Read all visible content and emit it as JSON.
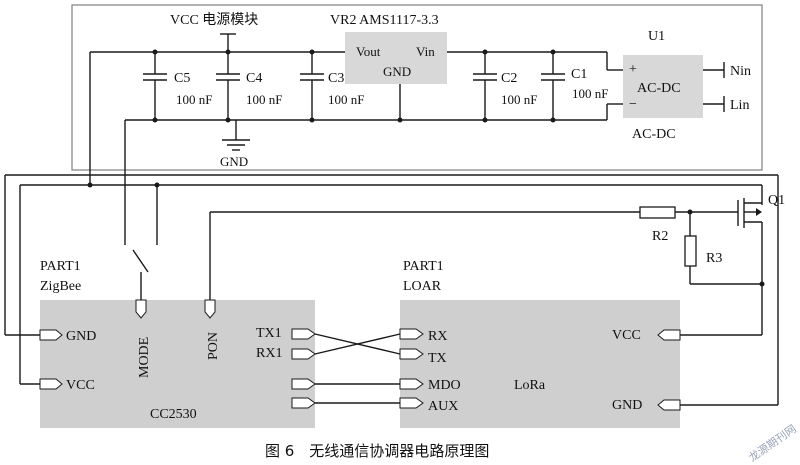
{
  "power_module": {
    "vcc_label": "VCC 电源模块",
    "regulator_label": "VR2 AMS1117-3.3",
    "vout": "Vout",
    "vin": "Vin",
    "gnd": "GND",
    "u1": "U1",
    "acdc_inner": "AC-DC",
    "acdc_below": "AC-DC",
    "plus": "+",
    "minus": "−",
    "nin": "Nin",
    "lin": "Lin",
    "ground_label": "GND",
    "capacitors": [
      {
        "name": "C5",
        "value": "100 nF"
      },
      {
        "name": "C4",
        "value": "100 nF"
      },
      {
        "name": "C3",
        "value": "100 nF"
      },
      {
        "name": "C2",
        "value": "100 nF"
      },
      {
        "name": "C1",
        "value": "100 nF"
      }
    ]
  },
  "switching": {
    "q1": "Q1",
    "r2": "R2",
    "r3": "R3"
  },
  "zigbee": {
    "part_label": "PART1",
    "name": "ZigBee",
    "chip": "CC2530",
    "gnd": "GND",
    "vcc": "VCC",
    "mode": "MODE",
    "pon": "PON",
    "tx1": "TX1",
    "rx1": "RX1"
  },
  "lora": {
    "part_label": "PART1",
    "name": "LOAR",
    "chip": "LoRa",
    "rx": "RX",
    "tx": "TX",
    "mdo": "MDO",
    "aux": "AUX",
    "vcc": "VCC",
    "gnd": "GND"
  },
  "caption": "图 6　无线通信协调器电路原理图",
  "watermark": "龙源期刊网"
}
